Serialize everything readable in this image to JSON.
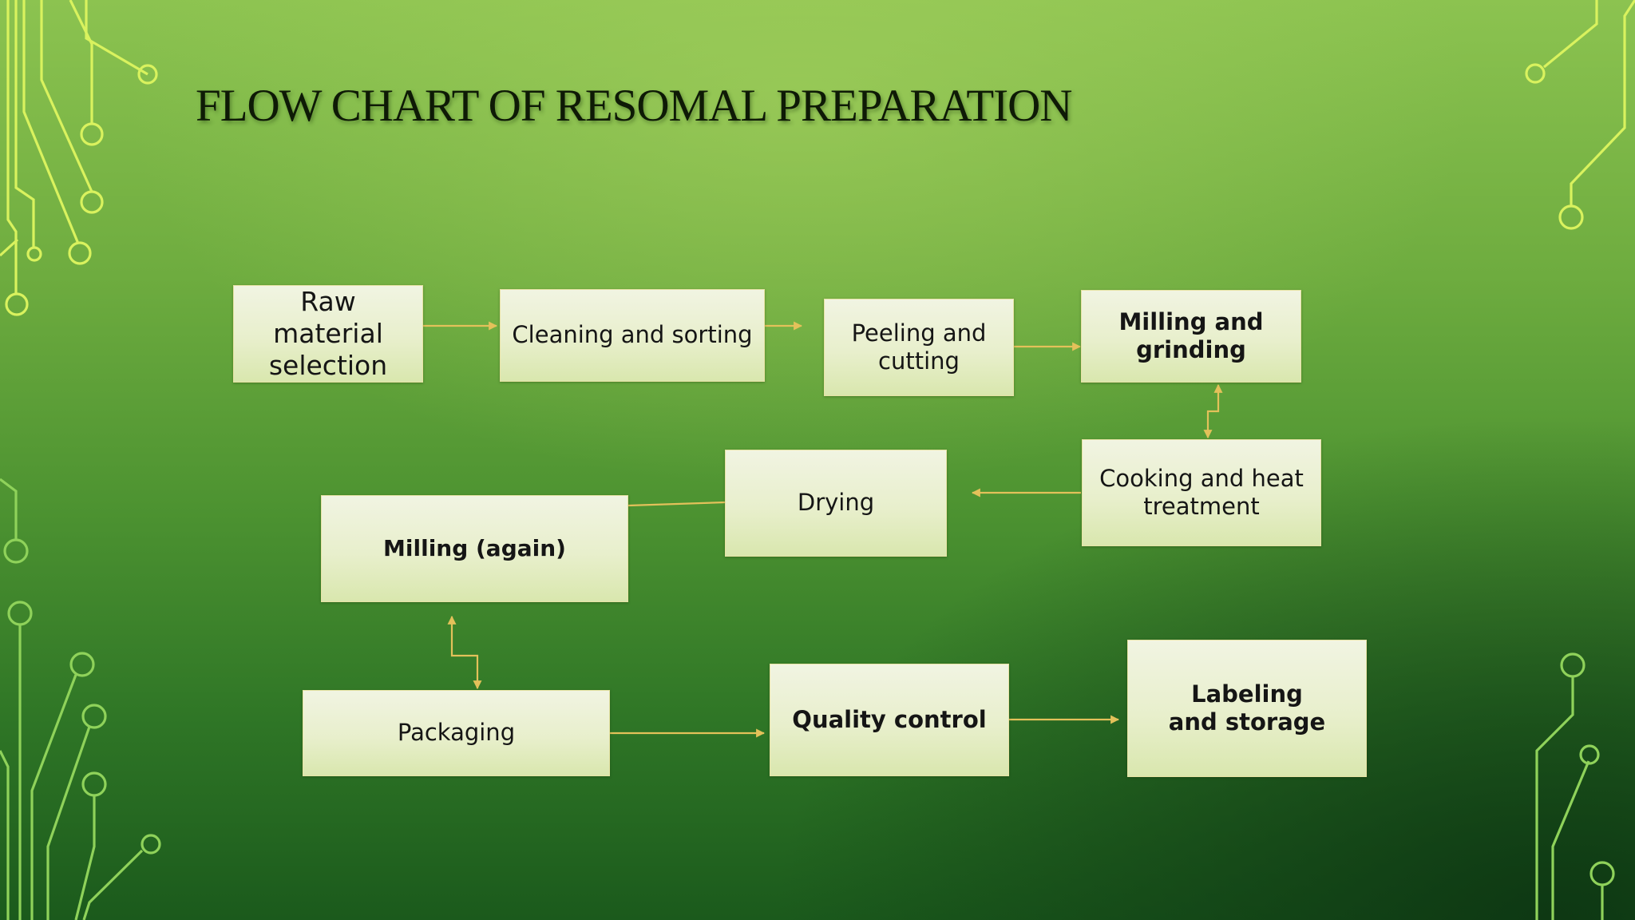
{
  "title": "FLOW CHART OF RESOMAL PREPARATION",
  "colors": {
    "connector": "#e3c15a",
    "box_fill": "#ecf2d4",
    "box_border": "#e7e3a4",
    "circuit_light": "#d9f25e",
    "circuit_dark": "#8fd25a"
  },
  "nodes": [
    {
      "id": "raw",
      "label": "Raw material selection"
    },
    {
      "id": "clean",
      "label": "Cleaning and sorting"
    },
    {
      "id": "peel",
      "label": "Peeling and cutting"
    },
    {
      "id": "mill1",
      "label": "Milling and grinding"
    },
    {
      "id": "cook",
      "label": "Cooking and heat treatment"
    },
    {
      "id": "dry",
      "label": "Drying"
    },
    {
      "id": "mill2",
      "label": "Milling (again)"
    },
    {
      "id": "pack",
      "label": "Packaging"
    },
    {
      "id": "qc",
      "label": "Quality control"
    },
    {
      "id": "label",
      "label": "Labeling and storage"
    }
  ],
  "edges": [
    {
      "from": "raw",
      "to": "clean"
    },
    {
      "from": "clean",
      "to": "peel"
    },
    {
      "from": "peel",
      "to": "mill1"
    },
    {
      "from": "mill1",
      "to": "cook"
    },
    {
      "from": "cook",
      "to": "dry"
    },
    {
      "from": "dry",
      "to": "mill2"
    },
    {
      "from": "mill2",
      "to": "pack"
    },
    {
      "from": "pack",
      "to": "qc"
    },
    {
      "from": "qc",
      "to": "label"
    }
  ]
}
